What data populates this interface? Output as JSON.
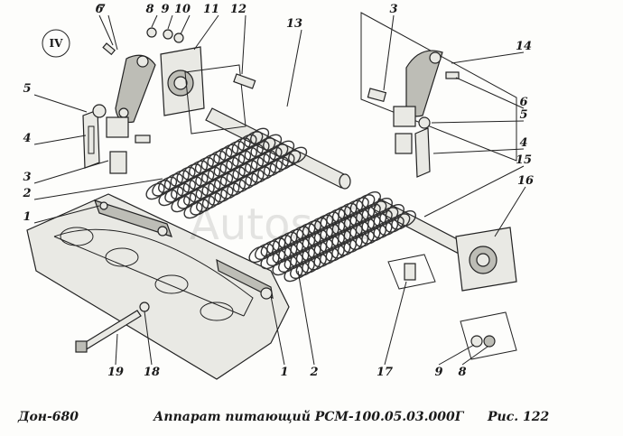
{
  "section_label": "IV",
  "watermark": "Autosoft",
  "callouts": {
    "left": [
      {
        "id": "c7",
        "text": "7"
      },
      {
        "id": "c8a",
        "text": "8"
      },
      {
        "id": "c9a",
        "text": "9"
      },
      {
        "id": "c10",
        "text": "10"
      },
      {
        "id": "c11",
        "text": "11"
      },
      {
        "id": "c12",
        "text": "12"
      },
      {
        "id": "c13",
        "text": "13"
      },
      {
        "id": "c5a",
        "text": "5"
      },
      {
        "id": "c4a",
        "text": "4"
      },
      {
        "id": "c3a",
        "text": "3"
      },
      {
        "id": "c2a",
        "text": "2"
      },
      {
        "id": "c1a",
        "text": "1"
      }
    ],
    "right": [
      {
        "id": "c3b",
        "text": "3"
      },
      {
        "id": "c14",
        "text": "14"
      },
      {
        "id": "c6b",
        "text": "6"
      },
      {
        "id": "c5b",
        "text": "5"
      },
      {
        "id": "c4b",
        "text": "4"
      },
      {
        "id": "c15",
        "text": "15"
      },
      {
        "id": "c16",
        "text": "16"
      }
    ],
    "bottom": [
      {
        "id": "c19",
        "text": "19"
      },
      {
        "id": "c18",
        "text": "18"
      },
      {
        "id": "c1b",
        "text": "1"
      },
      {
        "id": "c2b",
        "text": "2"
      },
      {
        "id": "c17",
        "text": "17"
      },
      {
        "id": "c9b",
        "text": "9"
      },
      {
        "id": "c8b",
        "text": "8"
      }
    ],
    "top": [
      {
        "id": "c6a",
        "text": "6"
      }
    ]
  },
  "caption": {
    "model": "Дон-680",
    "title": "Аппарат питающий   РСМ-100.05.03.000Г",
    "figure": "Рис.  122"
  }
}
